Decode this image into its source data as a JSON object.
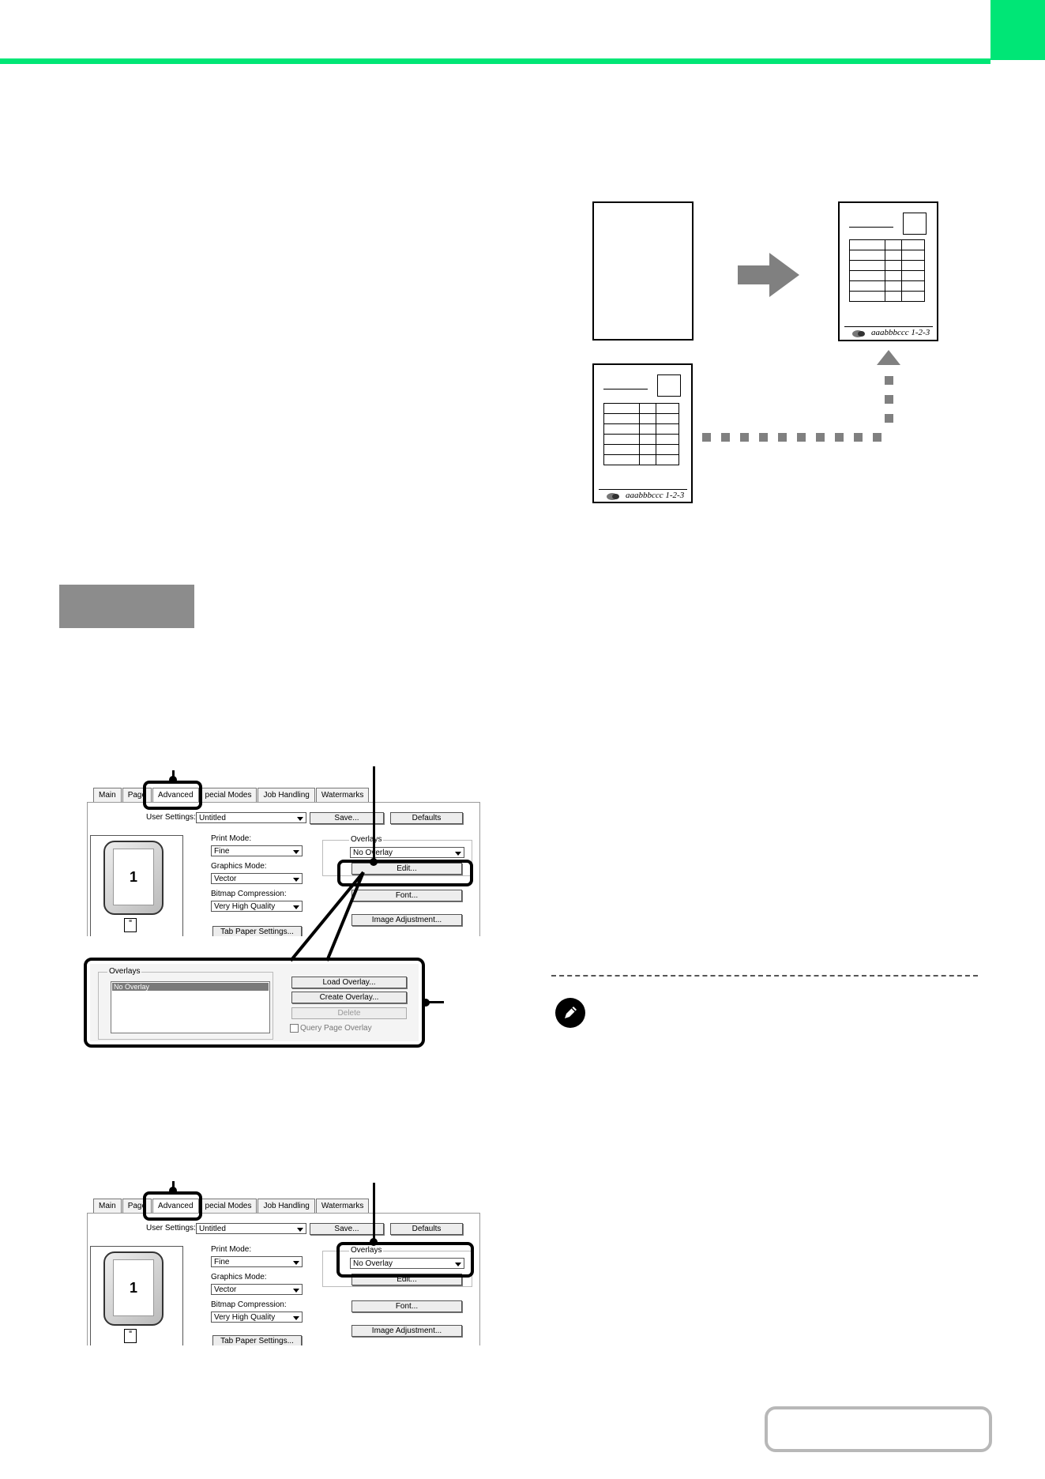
{
  "diagram": {
    "overlay_footer_text": "aaabbbccc 1-2-3"
  },
  "dialog1": {
    "tabs": [
      "Main",
      "Page",
      "Advanced",
      "pecial Modes",
      "Job Handling",
      "Watermarks"
    ],
    "user_settings_label": "User Settings:",
    "user_settings_value": "Untitled",
    "save_label": "Save...",
    "defaults_label": "Defaults",
    "print_mode_label": "Print Mode:",
    "print_mode_value": "Fine",
    "graphics_mode_label": "Graphics Mode:",
    "graphics_mode_value": "Vector",
    "bitmap_label": "Bitmap Compression:",
    "bitmap_value": "Very High Quality",
    "tab_paper_label": "Tab Paper Settings...",
    "overlays_title": "Overlays",
    "overlays_value": "No Overlay",
    "edit_label": "Edit...",
    "font_label": "Font...",
    "image_adj_label": "Image Adjustment...",
    "preview_page_number": "1"
  },
  "overlay_popup": {
    "group_title": "Overlays",
    "list_selected": "No Overlay",
    "load_label": "Load Overlay...",
    "create_label": "Create Overlay...",
    "delete_label": "Delete",
    "query_label": "Query Page Overlay"
  },
  "dialog2": {
    "tabs": [
      "Main",
      "Page",
      "Advanced",
      "pecial Modes",
      "Job Handling",
      "Watermarks"
    ],
    "user_settings_label": "User Settings:",
    "user_settings_value": "Untitled",
    "save_label": "Save...",
    "defaults_label": "Defaults",
    "print_mode_label": "Print Mode:",
    "print_mode_value": "Fine",
    "graphics_mode_label": "Graphics Mode:",
    "graphics_mode_value": "Vector",
    "bitmap_label": "Bitmap Compression:",
    "bitmap_value": "Very High Quality",
    "tab_paper_label": "Tab Paper Settings...",
    "overlays_title": "Overlays",
    "overlays_value": "No Overlay",
    "edit_label": "Edit...",
    "font_label": "Font...",
    "image_adj_label": "Image Adjustment...",
    "preview_page_number": "1"
  },
  "colors": {
    "accent_green": "#00e676",
    "step_gray": "#8c8c8c",
    "arrow_gray": "#808080"
  }
}
